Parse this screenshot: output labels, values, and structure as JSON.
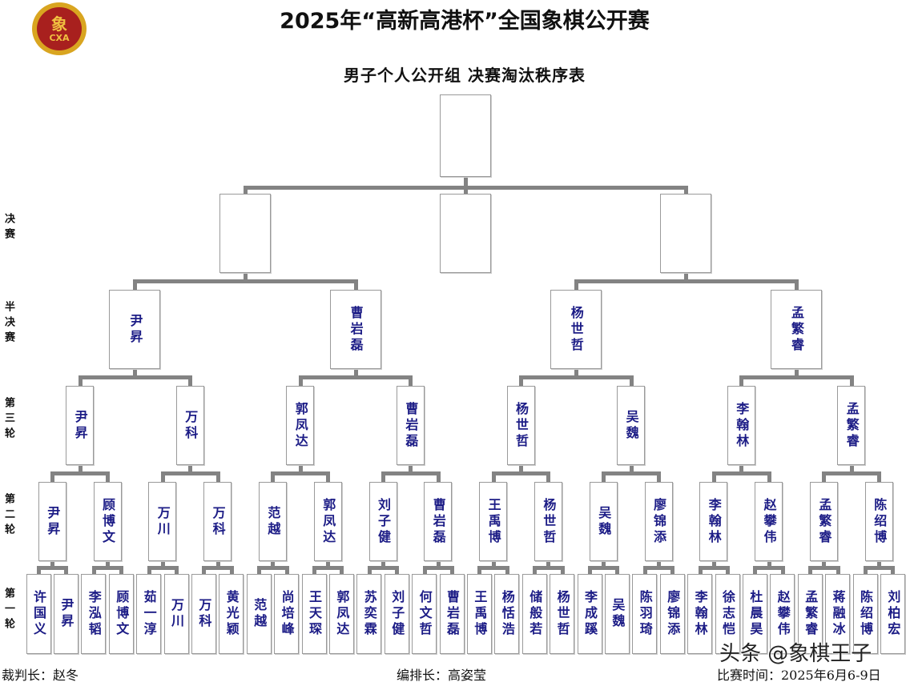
{
  "header": {
    "title": "2025年“高新高港杯”全国象棋公开赛",
    "subtitle": "男子个人公开组 决赛淘汰秩序表",
    "logo_text": "CXA",
    "logo_glyph": "象"
  },
  "round_labels": {
    "final": "决赛",
    "semi": "半决赛",
    "r3": "第三轮",
    "r2": "第二轮",
    "r1": "第一轮"
  },
  "bracket": {
    "champion": [
      ""
    ],
    "final": [
      "",
      "",
      ""
    ],
    "semi": [
      "尹昇",
      "曹岩磊",
      "杨世哲",
      "孟繁睿"
    ],
    "r3": [
      "尹昇",
      "万科",
      "郭凤达",
      "曹岩磊",
      "杨世哲",
      "吴魏",
      "李翰林",
      "孟繁睿"
    ],
    "r2": [
      "尹昇",
      "顾博文",
      "万川",
      "万科",
      "范越",
      "郭凤达",
      "刘子健",
      "曹岩磊",
      "王禹博",
      "杨世哲",
      "吴魏",
      "廖锦添",
      "李翰林",
      "赵攀伟",
      "孟繁睿",
      "陈绍博"
    ],
    "r1": [
      "许国义",
      "尹昇",
      "李泓韬",
      "顾博文",
      "茹一淳",
      "万川",
      "万科",
      "黄光颖",
      "范越",
      "尚培峰",
      "王天琛",
      "郭凤达",
      "苏奕霖",
      "刘子健",
      "何文哲",
      "曹岩磊",
      "王禹博",
      "杨恬浩",
      "储般若",
      "杨世哲",
      "李成蹊",
      "吴魏",
      "陈羽琦",
      "廖锦添",
      "李翰林",
      "徐志恺",
      "杜晨昊",
      "赵攀伟",
      "孟繁睿",
      "蒋融冰",
      "陈绍博",
      "刘柏宏"
    ]
  },
  "footer": {
    "referee": "裁判长：赵冬",
    "scheduler": "编排长：高姿莹",
    "dates": "比赛时间：2025年6月6-9日"
  },
  "watermark": "头条 @象棋王子"
}
